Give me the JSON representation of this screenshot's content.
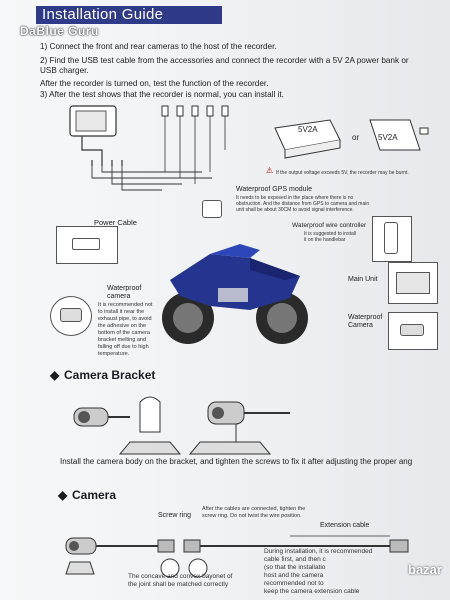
{
  "header": {
    "title": "Installation Guide",
    "watermark": "DaBlue Guru"
  },
  "steps": [
    "1) Connect the front and rear cameras to the host of the recorder.",
    "2) Find the USB test cable from the accessories and connect the recorder with a 5V 2A power bank or",
    "USB charger.",
    "After the recorder is turned on, test the function of the recorder.",
    "3) After the test shows that the recorder is normal, you can install it."
  ],
  "power": {
    "charger_label": "5V2A",
    "or_label": "or",
    "adapter_label": "5V2A",
    "warning": "If the output voltage exceeds 5V, the recorder may be burnt."
  },
  "diagram": {
    "gps_title": "Waterproof GPS module",
    "gps_note_1": "It needs to be exposed in the place where there is no",
    "gps_note_2": "obstruction. And the distance from GPS to camera and main",
    "gps_note_3": "unit shall be about 30CM to avoid signal interference.",
    "power_cable": "Power Cable",
    "wire_controller": "Waterproof wire controller",
    "wire_note_1": "It is suggested to install",
    "wire_note_2": "it on the handlebar",
    "main_unit": "Main Unit",
    "front_camera_1": "Waterproof",
    "front_camera_2": "camera",
    "rear_camera_1": "Waterproof",
    "rear_camera_2": "Camera",
    "cam_note": [
      "It is recommended not",
      "to install it near the",
      "exhaust pipe, to avoid",
      "the adhesive on the",
      "bottom of the camera",
      "bracket melting and",
      "falling off due to high",
      "temperature."
    ]
  },
  "bracket": {
    "heading": "Camera Bracket",
    "caption": "Install the camera body on the bracket, and tighten the screws to fix it after adjusting the proper ang"
  },
  "camera": {
    "heading": "Camera",
    "screw_ring": "Screw ring",
    "screw_note_1": "After the cables are connected, tighten the",
    "screw_note_2": "screw ring. Do not twist the wire position.",
    "extension": "Extension cable",
    "bayonet_1": "The concave and convex bayonet of",
    "bayonet_2": "the joint shall be matched correctly",
    "during_1": "During installation, it is recommended",
    "during_2": "cable first, and then c",
    "during_3": "(so that the installatio",
    "during_4": "host and the camera",
    "during_5": "recommended not to",
    "during_6": "keep the camera extension cable"
  },
  "corner_logo": "bazar"
}
